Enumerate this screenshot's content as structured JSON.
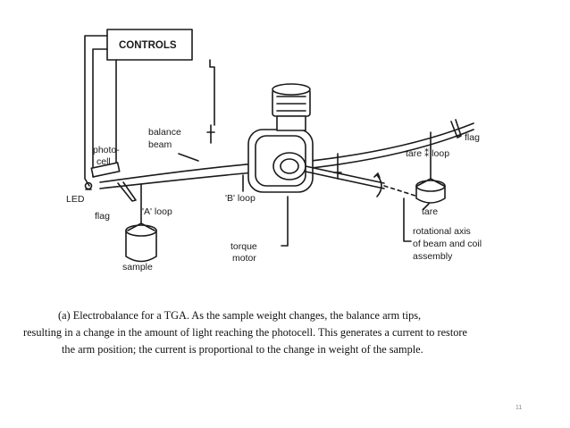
{
  "diagram": {
    "labels": {
      "controls": "CONTROLS",
      "balance": "balance",
      "beam": "beam",
      "photo": "photo-",
      "cell": "cell",
      "led": "LED",
      "flag_left": "flag",
      "a_loop": "'A' loop",
      "b_loop": "'B' loop",
      "sample": "sample",
      "torque": "torque",
      "motor": "motor",
      "flag_right": "flag",
      "tare_loop": "tare ⁑ loop",
      "tare": "tare",
      "rotational_1": "rotational axis",
      "rotational_2": "of beam and coil",
      "rotational_3": "assembly"
    }
  },
  "caption": {
    "line1": "(a) Electrobalance for a TGA. As the sample weight changes, the balance arm tips,",
    "line2": "resulting in a change in the amount of light reaching the photocell. This generates a current to restore",
    "line3": "the arm position; the current is proportional to the change in weight of the sample."
  },
  "page_number": "11"
}
